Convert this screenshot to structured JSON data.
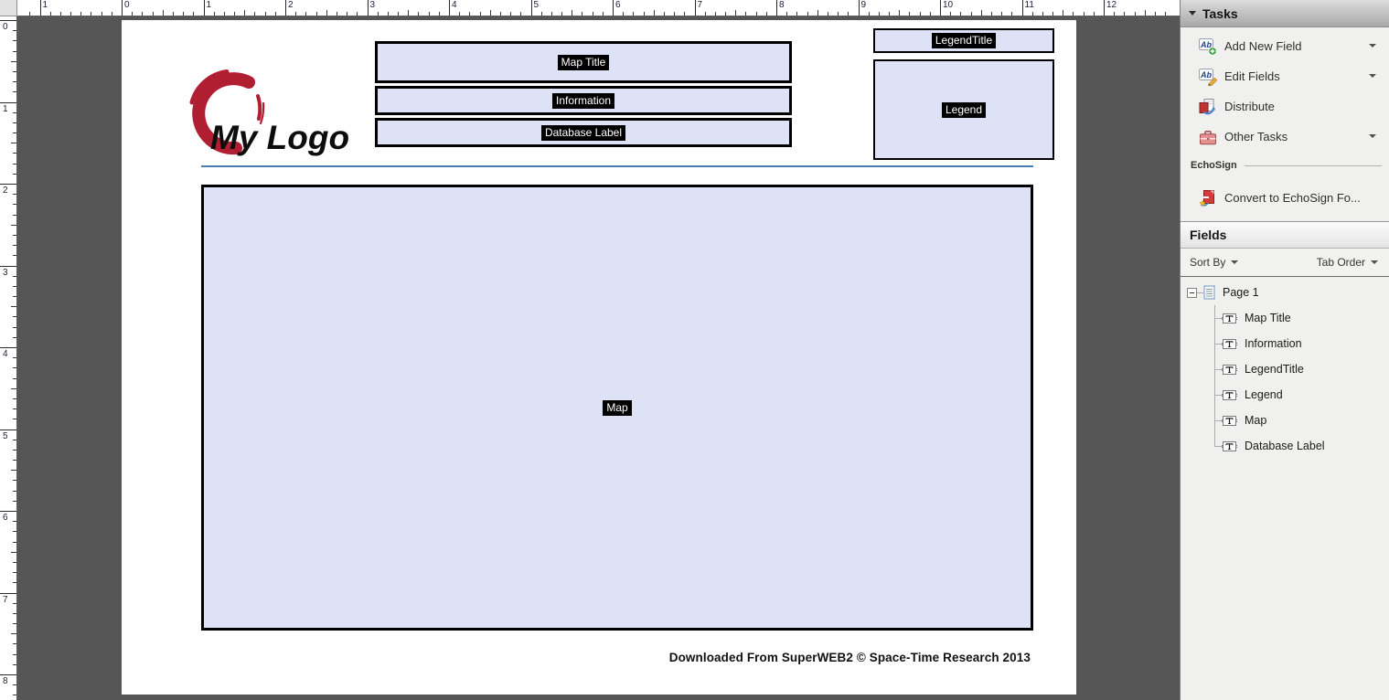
{
  "rulers": {
    "top_numbers": [
      "1",
      "0",
      "1",
      "2",
      "3",
      "4",
      "5",
      "6",
      "7",
      "8",
      "9",
      "10",
      "11",
      "12"
    ],
    "left_numbers": [
      "0",
      "1",
      "2",
      "3",
      "4",
      "5",
      "6",
      "7",
      "8"
    ]
  },
  "logo": {
    "text": "My Logo",
    "brush_color": "#b01e32"
  },
  "page_fields": {
    "map_title": "Map Title",
    "information": "Information",
    "database_label": "Database Label",
    "legend_title": "LegendTitle",
    "legend": "Legend",
    "map": "Map"
  },
  "footer": "Downloaded From SuperWEB2 © Space-Time Research 2013",
  "tasks_panel": {
    "title": "Tasks",
    "items": [
      {
        "label": "Add New Field",
        "icon": "add-field-icon",
        "has_dropdown": true
      },
      {
        "label": "Edit Fields",
        "icon": "edit-fields-icon",
        "has_dropdown": true
      },
      {
        "label": "Distribute",
        "icon": "distribute-icon",
        "has_dropdown": false
      },
      {
        "label": "Other Tasks",
        "icon": "other-tasks-icon",
        "has_dropdown": true
      }
    ],
    "echosign_label": "EchoSign",
    "echosign_item": "Convert to EchoSign Fo..."
  },
  "fields_panel": {
    "title": "Fields",
    "sort_by_label": "Sort By",
    "tab_order_label": "Tab Order",
    "tree": {
      "root": "Page 1",
      "children": [
        "Map Title",
        "Information",
        "LegendTitle",
        "Legend",
        "Map",
        "Database Label"
      ]
    }
  },
  "colors": {
    "field_fill": "#dde2f7",
    "separator_blue": "#4a7cb8",
    "canvas_gray": "#565656",
    "brand_red": "#b01e32"
  }
}
